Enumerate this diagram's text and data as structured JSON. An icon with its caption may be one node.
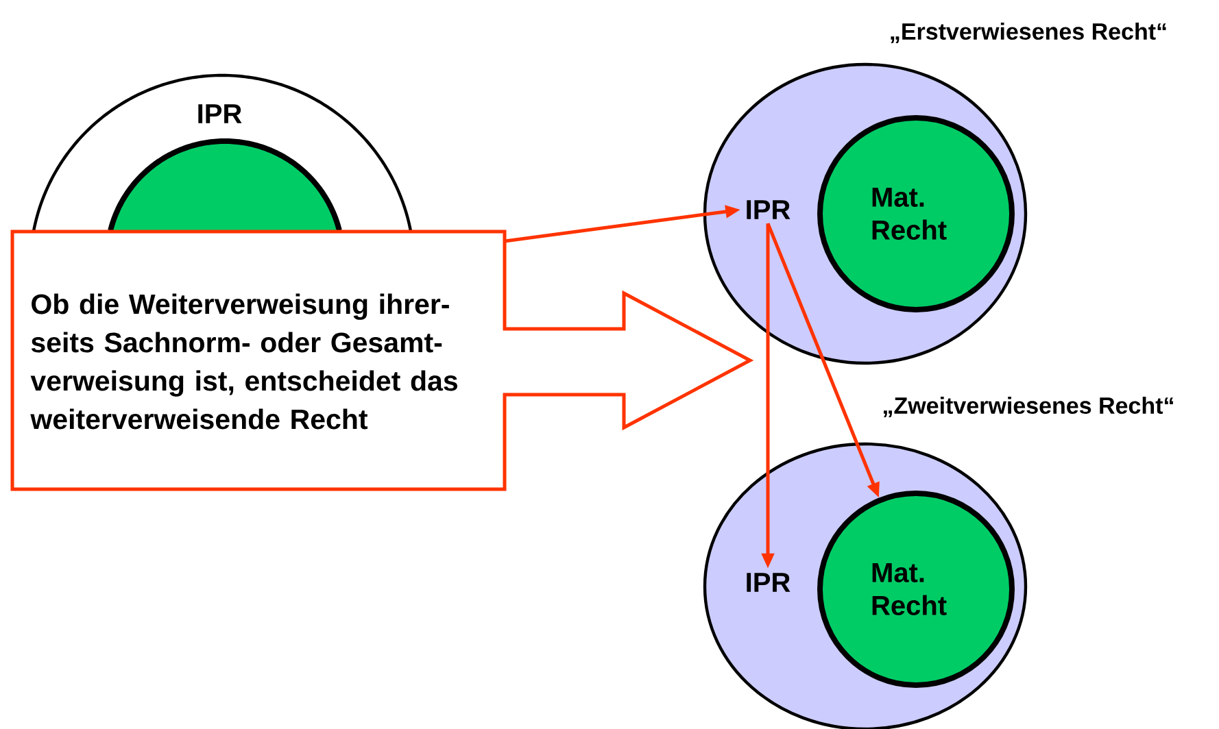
{
  "diagram": {
    "nodes": [
      {
        "text": [
          "IPR"
        ]
      },
      {
        "text": [],
        "shape": "circle",
        "in": 0
      },
      {
        "text": [
          "Ob die Weiterverweisung ihrer- seits Sachnorm- oder Gesamt- verweisung ist, entscheidet das weiterverweisende Recht"
        ]
      },
      {
        "text": [
          "„Erstverwiesenes Recht“"
        ]
      },
      {
        "text": [
          "IPR"
        ],
        "in": 3
      },
      {
        "text": [
          "Mat. Recht"
        ],
        "in": 3
      },
      {
        "text": [
          "„Zweitverwiesenes Recht“"
        ]
      },
      {
        "text": [
          "IPR"
        ],
        "in": 6
      },
      {
        "text": [
          "Mat. Recht"
        ],
        "in": 6
      }
    ],
    "edges": [
      {
        "from": 2,
        "to": 4,
        "arrow": "to"
      },
      {
        "from": 4,
        "to": 7,
        "arrow": "to"
      },
      {
        "from": 4,
        "to": 8,
        "arrow": "to"
      }
    ]
  }
}
